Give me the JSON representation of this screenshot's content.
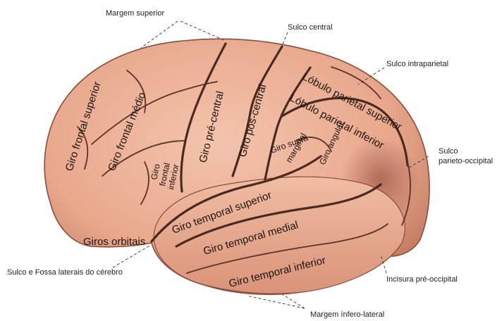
{
  "external_labels": {
    "margem_superior": "Margem superior",
    "sulco_central": "Sulco central",
    "sulco_intraparietal": "Sulco intraparietal",
    "sulco_parieto_occipital_1": "Sulco",
    "sulco_parieto_occipital_2": "parieto-occipital",
    "incisura_pre_occipital": "Incisura pré-occipital",
    "margem_infero_lateral": "Margem ínfero-lateral",
    "sulco_fossa_lateral": "Sulco e Fossa laterais do cérebro"
  },
  "gyri": {
    "frontal_superior": "Giro frontal superior",
    "frontal_medio": "Giro frontal médio",
    "frontal_inferior_1": "Giro",
    "frontal_inferior_2": "frontal",
    "frontal_inferior_3": "inferior",
    "pre_central": "Giro pré-central",
    "pos_central": "Giro pós-central",
    "lobulo_parietal_superior": "Lóbulo parietal superior",
    "lobulo_parietal_inferior": "Lóbulo parietal inferior",
    "supramarginal_1": "Giro supra",
    "supramarginal_2": "marginal",
    "angular": "Giro angular",
    "orbitais": "Giros orbitais",
    "temporal_superior": "Giro temporal superior",
    "temporal_medial": "Giro temporal medial",
    "temporal_inferior": "Giro temporal inferior"
  },
  "colors": {
    "cortex_base": "#e8a88c",
    "cortex_light": "#f3c4ac",
    "cortex_dark": "#c57e64",
    "sulcus": "#4a2a20",
    "occipital_shadow": "#b87060"
  }
}
